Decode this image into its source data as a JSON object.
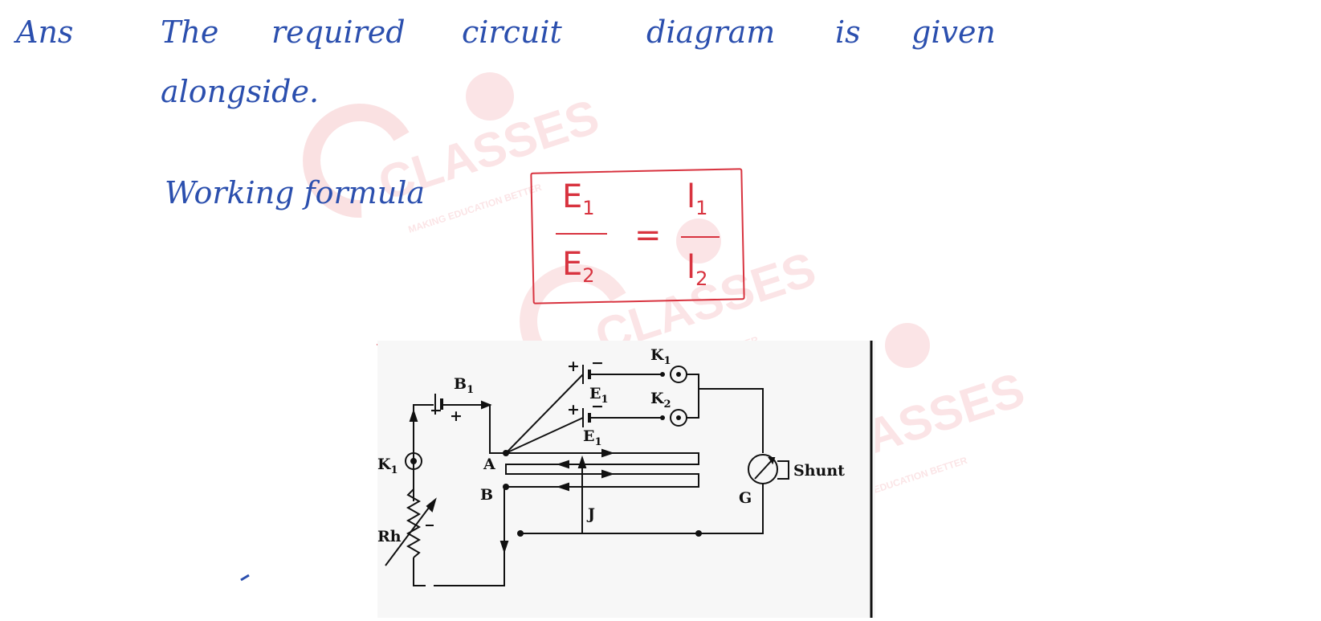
{
  "answer": {
    "prefix": "Ans",
    "line1_words": [
      "The",
      "required",
      "circuit",
      "diagram",
      "is",
      "given"
    ],
    "line2": "alongside.",
    "working_formula_label": "Working formula"
  },
  "formula": {
    "numerator_left": "E",
    "numerator_left_sub": "1",
    "denominator_left": "E",
    "denominator_left_sub": "2",
    "equals": "=",
    "numerator_right": "l",
    "numerator_right_sub": "1",
    "denominator_right": "l",
    "denominator_right_sub": "2"
  },
  "watermark": {
    "brand": "CLASSES",
    "tagline": "MAKING EDUCATION BETTER",
    "color": "#f2a9ad"
  },
  "circuit": {
    "labels": {
      "B": "B",
      "B_sub": "1",
      "K_top": "K",
      "K_top_sub": "1",
      "K_mid": "K",
      "K_mid_sub": "2",
      "E_top": "E",
      "E_top_sub": "1",
      "E_bottom": "E",
      "E_bottom_sub": "1",
      "K_left": "K",
      "K_left_sub": "1",
      "A": "A",
      "B_point": "B",
      "J": "J",
      "G": "G",
      "Shunt": "Shunt",
      "Rh": "Rh",
      "plus": "+",
      "minus": "−"
    }
  },
  "colors": {
    "ink_blue": "#2b4fae",
    "ink_red": "#d8333f",
    "circuit_ink": "#111111"
  }
}
